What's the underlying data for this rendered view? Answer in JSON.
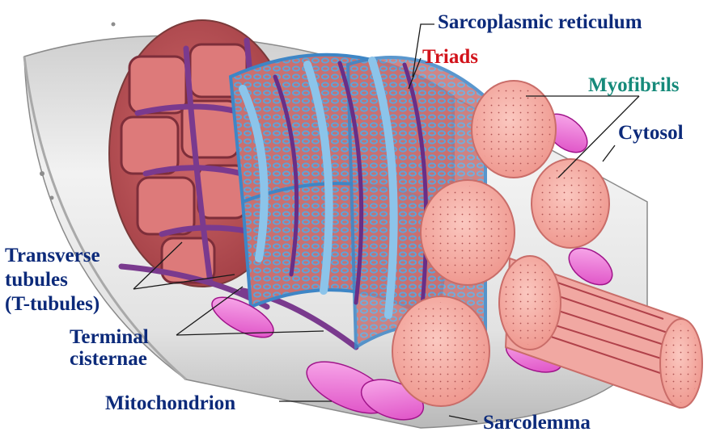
{
  "colors": {
    "label_blue": "#0c2a7a",
    "label_red": "#d2121a",
    "label_teal": "#168a7a",
    "membrane_gray": "#d6d6d6",
    "myofibril_pink": "#f4a9a0",
    "reticulum_blue": "#7fb6dc",
    "t_tubule_purple": "#7a3a8e",
    "mitochondrion_magenta": "#e76ad0",
    "muscle_red": "#c9585c"
  },
  "labels": {
    "sarcoplasmic_reticulum": "Sarcoplasmic reticulum",
    "triads": "Triads",
    "myofibrils": "Myofibrils",
    "cytosol": "Cytosol",
    "transverse_tubules": "Transverse\ntubules\n(T-tubules)",
    "terminal_cisternae": "Terminal\ncisternae",
    "mitochondrion": "Mitochondrion",
    "sarcolemma": "Sarcolemma"
  }
}
